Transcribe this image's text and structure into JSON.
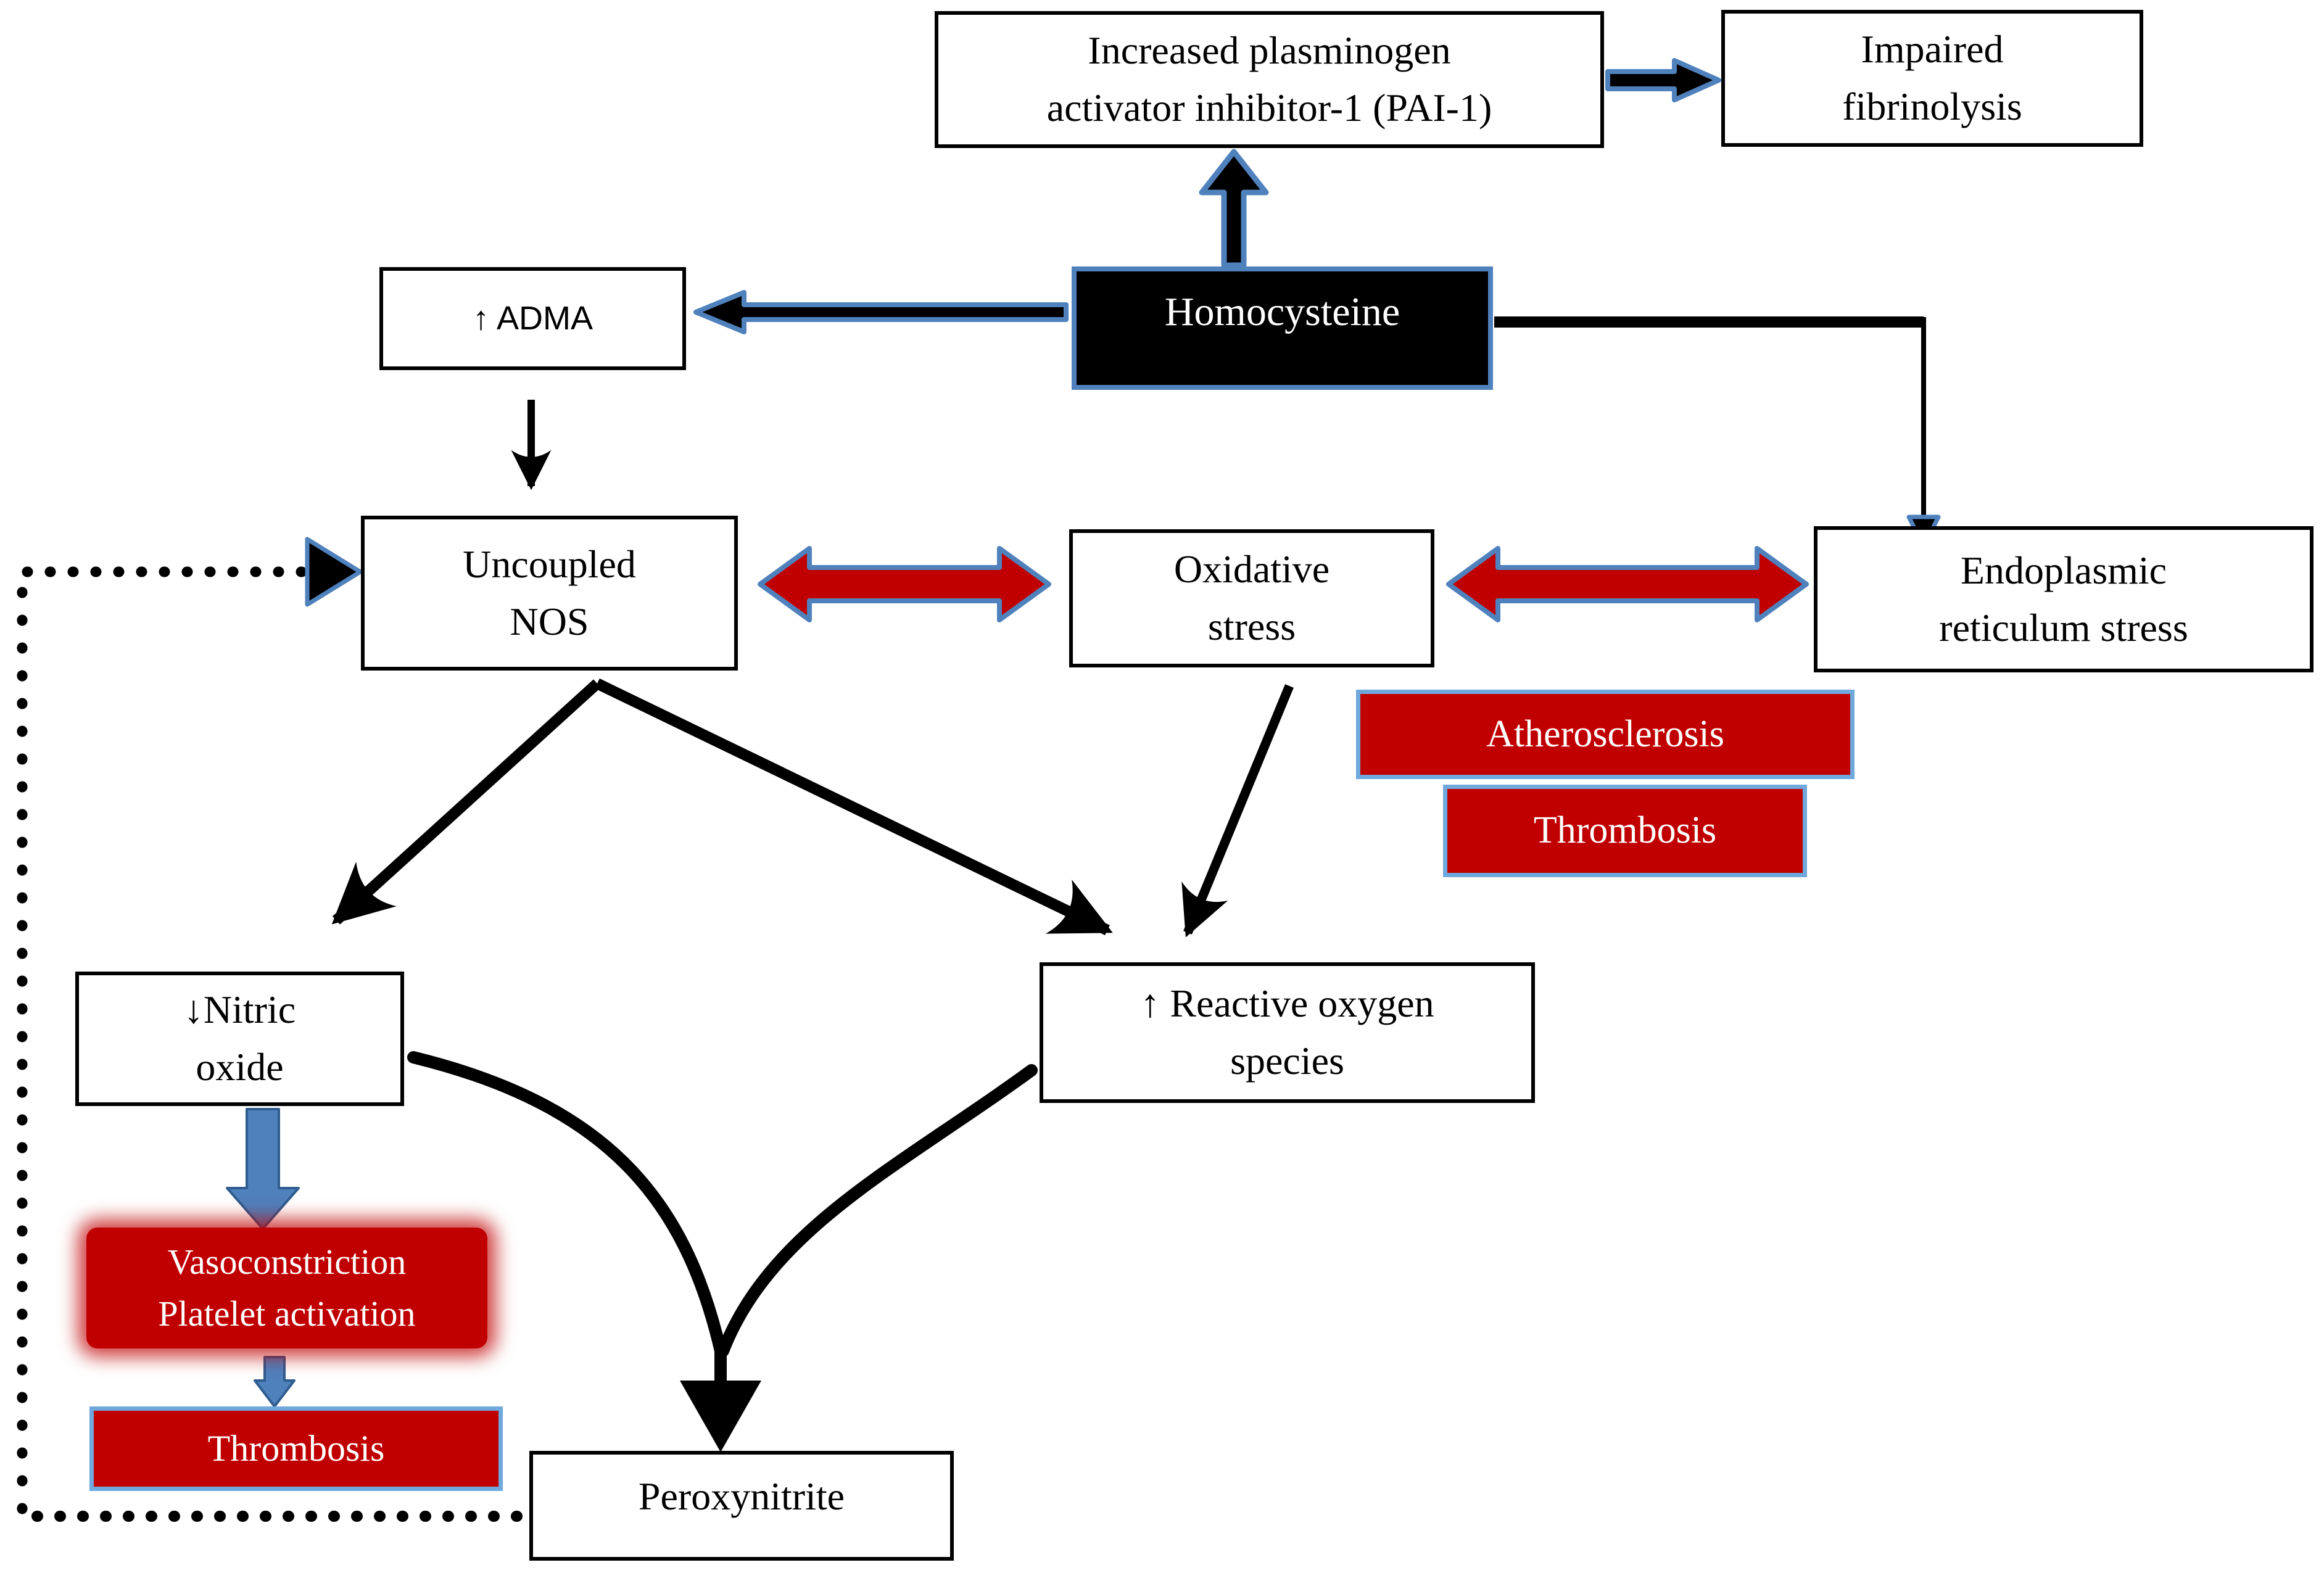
{
  "diagram": {
    "colors": {
      "accent_blue": "#4f81bd",
      "light_blue_border": "#6fa8dc",
      "red": "#c00000",
      "black": "#000000",
      "white": "#ffffff"
    },
    "nodes": {
      "pai1": {
        "label": "Increased plasminogen\nactivator inhibitor-1 (PAI-1)"
      },
      "impaired_fibrinolysis": {
        "label": "Impaired\nfibrinolysis"
      },
      "homocysteine": {
        "label": "Homocysteine"
      },
      "adma": {
        "label": "↑ ADMA"
      },
      "uncoupled_nos": {
        "label": "Uncoupled\nNOS"
      },
      "oxidative_stress": {
        "label": "Oxidative\nstress"
      },
      "er_stress": {
        "label": "Endoplasmic\nreticulum stress"
      },
      "atherosclerosis": {
        "label": "Atherosclerosis"
      },
      "thrombosis_upper": {
        "label": "Thrombosis"
      },
      "nitric_oxide": {
        "label": "↓Nitric\noxide"
      },
      "ros": {
        "label": "↑ Reactive oxygen\nspecies"
      },
      "vasoconstriction": {
        "label": "Vasoconstriction\nPlatelet activation"
      },
      "thrombosis_lower": {
        "label": "Thrombosis"
      },
      "peroxynitrite": {
        "label": "Peroxynitrite"
      }
    },
    "connections": [
      {
        "id": "homocysteine-to-pai1",
        "from": "Homocysteine",
        "to": "Increased plasminogen activator inhibitor-1 (PAI-1)",
        "style": "block-arrow-up",
        "color": "black-with-blue-outline"
      },
      {
        "id": "pai1-to-impaired",
        "from": "Increased plasminogen activator inhibitor-1 (PAI-1)",
        "to": "Impaired fibrinolysis",
        "style": "block-arrow-right",
        "color": "black-with-blue-outline"
      },
      {
        "id": "homocysteine-to-adma",
        "from": "Homocysteine",
        "to": "↑ ADMA",
        "style": "block-arrow-left",
        "color": "black-with-blue-outline"
      },
      {
        "id": "adma-to-nos",
        "from": "↑ ADMA",
        "to": "Uncoupled NOS",
        "style": "thin-arrow-down",
        "color": "black"
      },
      {
        "id": "homocysteine-to-er",
        "from": "Homocysteine",
        "to": "Endoplasmic reticulum stress",
        "style": "elbow-arrow",
        "color": "black-blue-arrowhead"
      },
      {
        "id": "nos-oxidative",
        "between": [
          "Uncoupled NOS",
          "Oxidative stress"
        ],
        "style": "double-headed-arrow",
        "color": "red-with-blue-outline"
      },
      {
        "id": "oxidative-er",
        "between": [
          "Oxidative stress",
          "Endoplasmic reticulum stress"
        ],
        "style": "double-headed-arrow",
        "color": "red-with-blue-outline"
      },
      {
        "id": "nos-to-nitric",
        "from": "Uncoupled NOS",
        "to": "↓Nitric oxide",
        "style": "thick-arrow",
        "color": "black"
      },
      {
        "id": "nos-to-ros",
        "from": "Uncoupled NOS",
        "to": "↑ Reactive oxygen species",
        "style": "thick-arrow",
        "color": "black"
      },
      {
        "id": "oxidative-to-ros",
        "from": "Oxidative stress",
        "to": "↑ Reactive oxygen species",
        "style": "thick-arrow",
        "color": "black"
      },
      {
        "id": "nitric-to-vasoconstriction",
        "from": "↓Nitric oxide",
        "to": "Vasoconstriction / Platelet activation",
        "style": "block-arrow-down",
        "color": "blue"
      },
      {
        "id": "vasoconstriction-to-thrombosis",
        "from": "Vasoconstriction / Platelet activation",
        "to": "Thrombosis",
        "style": "block-arrow-down",
        "color": "blue"
      },
      {
        "id": "nitric-and-ros-to-peroxynitrite",
        "from": [
          "↓Nitric oxide",
          "↑ Reactive oxygen species"
        ],
        "to": "Peroxynitrite",
        "style": "curved-merging-arrow",
        "color": "black"
      },
      {
        "id": "peroxynitrite-feedback-to-nos",
        "from": "Peroxynitrite",
        "to": "Uncoupled NOS",
        "style": "dotted-arrow",
        "color": "black-blue-arrowhead"
      }
    ]
  }
}
